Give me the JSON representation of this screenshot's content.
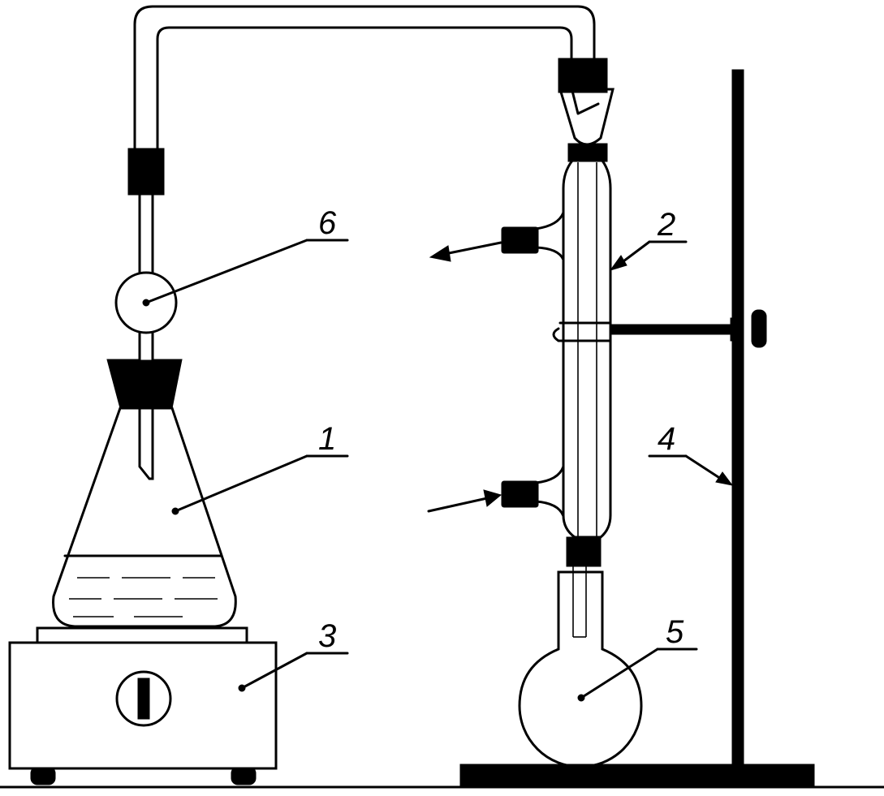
{
  "labels": {
    "flask": "1",
    "condenser": "2",
    "heater": "3",
    "stand": "4",
    "receiver": "5",
    "trap_bulb": "6"
  }
}
